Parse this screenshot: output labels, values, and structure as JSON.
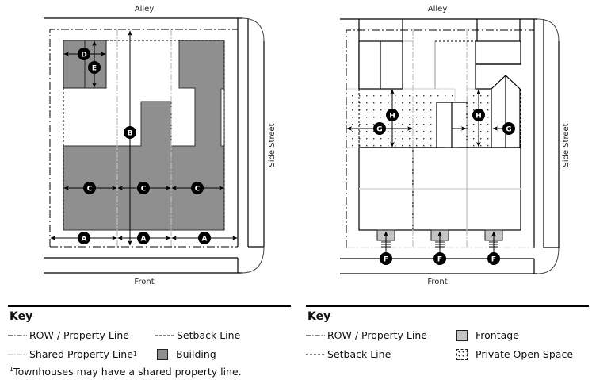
{
  "left_diagram": {
    "labels": {
      "alley": "Alley",
      "front": "Front",
      "side_street": "Side Street"
    },
    "badges": {
      "a": "A",
      "b": "B",
      "c": "C",
      "d": "D",
      "e": "E"
    }
  },
  "right_diagram": {
    "labels": {
      "alley": "Alley",
      "front": "Front",
      "side_street": "Side Street"
    },
    "badges": {
      "f": "F",
      "g": "G",
      "h": "H"
    }
  },
  "colors": {
    "building": "#8f8f8f",
    "frontage": "#c4c4c4",
    "line": "#000000",
    "shared_line": "#bdbdbd"
  },
  "left_key": {
    "title": "Key",
    "items": [
      {
        "label": "ROW / Property Line",
        "symbol": "dash-dot-line"
      },
      {
        "label": "Setback Line",
        "symbol": "dashed-line"
      },
      {
        "label": "Shared Property Line",
        "superscript": "1",
        "symbol": "light-dash-dot-line"
      },
      {
        "label": "Building",
        "symbol": "gray-swatch"
      }
    ],
    "footnote_marker": "1",
    "footnote": "Townhouses may have a shared property line."
  },
  "right_key": {
    "title": "Key",
    "items": [
      {
        "label": "ROW / Property Line",
        "symbol": "dash-dot-line"
      },
      {
        "label": "Frontage",
        "symbol": "light-gray-swatch"
      },
      {
        "label": "Setback Line",
        "symbol": "dashed-line"
      },
      {
        "label": "Private Open Space",
        "symbol": "dotted-swatch"
      }
    ]
  }
}
